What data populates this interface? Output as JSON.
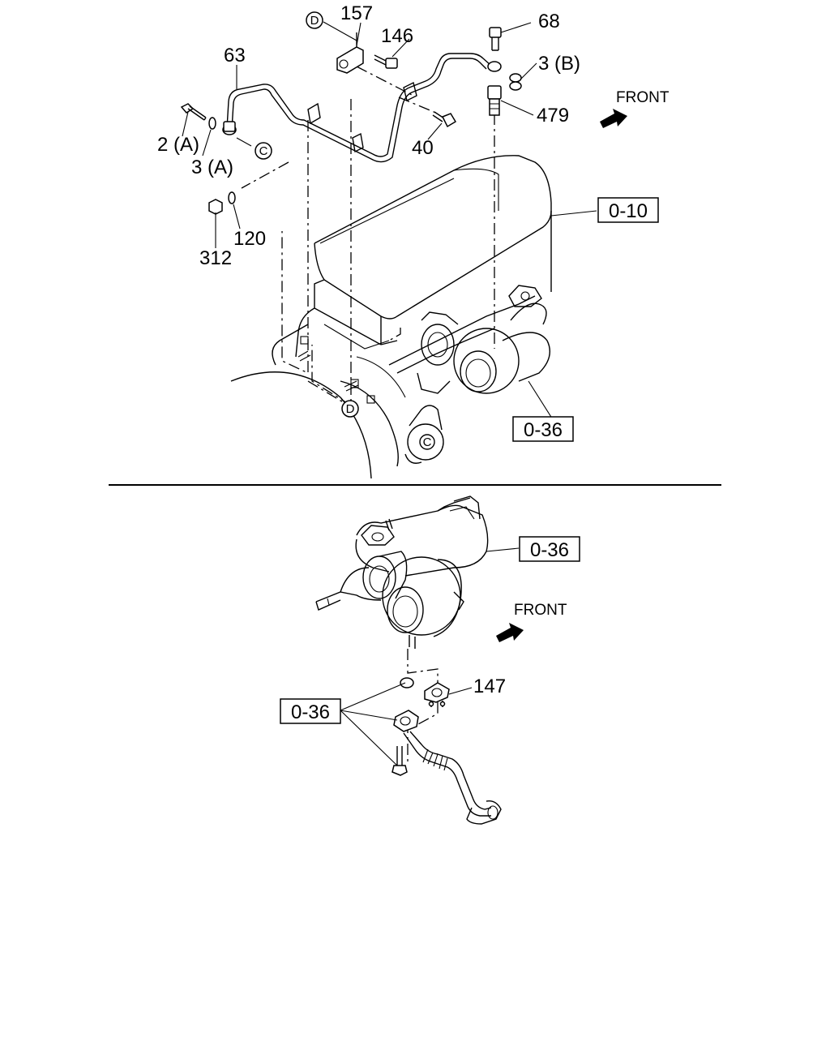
{
  "top_view": {
    "labels": {
      "p157": "157",
      "p146": "146",
      "p68": "68",
      "p63": "63",
      "p3b": "3 (B)",
      "p479": "479",
      "p2a": "2 (A)",
      "p3a": "3 (A)",
      "p40": "40",
      "p120": "120",
      "p312": "312"
    },
    "circles": {
      "d_top": "D",
      "c_top": "C",
      "d_mid": "D",
      "c_mid": "C"
    },
    "refs": {
      "r010": "0-10",
      "r036": "0-36"
    },
    "front": "FRONT"
  },
  "bottom_view": {
    "labels": {
      "p147": "147"
    },
    "refs": {
      "r036a": "0-36",
      "r036b": "0-36"
    },
    "front": "FRONT"
  }
}
